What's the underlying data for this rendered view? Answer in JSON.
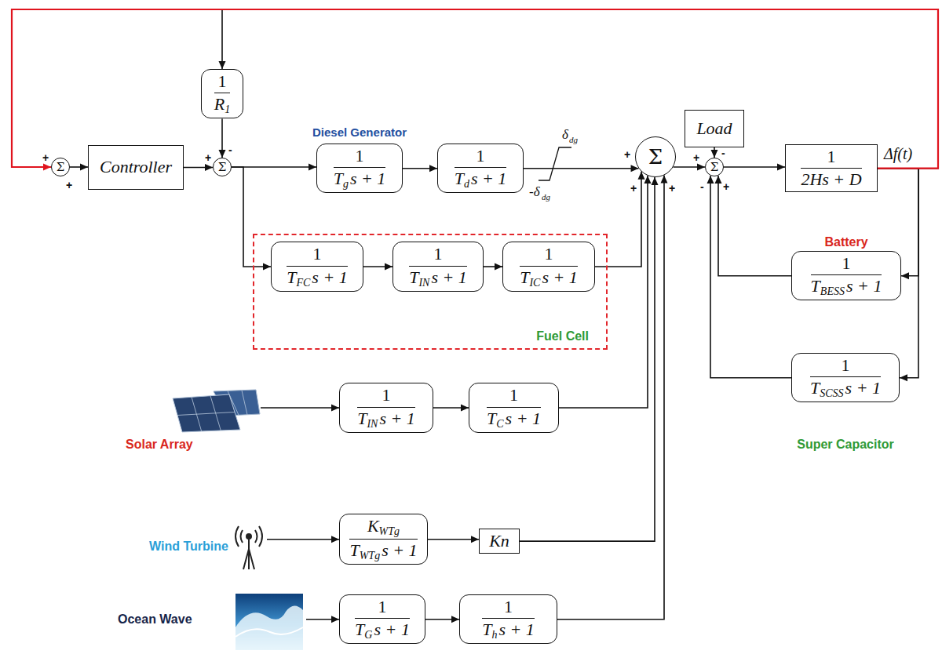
{
  "diagram": {
    "nodes": [
      {
        "text": [
          "Σ"
        ]
      },
      {
        "text": [
          "Controller"
        ]
      },
      {
        "text": [
          "1",
          "R",
          "1"
        ]
      },
      {
        "text": [
          "Σ"
        ]
      },
      {
        "text": [
          "1",
          "T",
          "g",
          "s + 1"
        ]
      },
      {
        "text": [
          "1",
          "T",
          "d",
          "s + 1"
        ]
      },
      {
        "text": [
          "Σ"
        ]
      },
      {
        "text": [
          "Σ"
        ]
      },
      {
        "text": [
          "Load"
        ]
      },
      {
        "text": [
          "1",
          "2Hs + D"
        ]
      },
      {
        "text": [
          "Fuel Cell"
        ]
      },
      {
        "text": [
          "1",
          "T",
          "FC",
          "s + 1"
        ],
        "in": 10
      },
      {
        "text": [
          "1",
          "T",
          "IN",
          "s + 1"
        ],
        "in": 10
      },
      {
        "text": [
          "1",
          "T",
          "IC",
          "s + 1"
        ],
        "in": 10
      },
      {
        "text": [
          "Battery",
          "1",
          "T",
          "BESS",
          "s + 1"
        ]
      },
      {
        "text": [
          "1",
          "T",
          "SCSS",
          "s + 1",
          "Super Capacitor"
        ]
      },
      {
        "text": [
          "Solar Array"
        ]
      },
      {
        "text": [
          "1",
          "T",
          "IN",
          "s + 1"
        ]
      },
      {
        "text": [
          "1",
          "T",
          "C",
          "s + 1"
        ]
      },
      {
        "text": [
          "Wind Turbine"
        ]
      },
      {
        "text": [
          "K",
          "WTg",
          "T",
          "WTg",
          "s + 1"
        ]
      },
      {
        "text": [
          "Kn"
        ]
      },
      {
        "text": [
          "Ocean Wave"
        ]
      },
      {
        "text": [
          "1",
          "T",
          "G",
          "s + 1"
        ]
      },
      {
        "text": [
          "1",
          "T",
          "h",
          "s + 1"
        ]
      }
    ],
    "edges": [
      {
        "from": 0,
        "to": 1,
        "arrow": "to"
      },
      {
        "from": 1,
        "to": 3,
        "arrow": "to"
      },
      {
        "from": 2,
        "to": 3,
        "arrow": "to"
      },
      {
        "from": 3,
        "to": 4,
        "arrow": "to"
      },
      {
        "from": 4,
        "to": 5,
        "arrow": "to"
      },
      {
        "from": 5,
        "to": 6,
        "arrow": "to"
      },
      {
        "from": 3,
        "to": 11,
        "arrow": "to"
      },
      {
        "from": 11,
        "to": 12,
        "arrow": "to"
      },
      {
        "from": 12,
        "to": 13,
        "arrow": "to"
      },
      {
        "from": 13,
        "to": 6,
        "arrow": "to"
      },
      {
        "from": 16,
        "to": 17,
        "arrow": "to"
      },
      {
        "from": 17,
        "to": 18,
        "arrow": "to"
      },
      {
        "from": 18,
        "to": 6,
        "arrow": "to"
      },
      {
        "from": 19,
        "to": 20,
        "arrow": "to"
      },
      {
        "from": 20,
        "to": 21,
        "arrow": "to"
      },
      {
        "from": 21,
        "to": 6,
        "arrow": "to"
      },
      {
        "from": 22,
        "to": 23,
        "arrow": "to"
      },
      {
        "from": 23,
        "to": 24,
        "arrow": "to"
      },
      {
        "from": 24,
        "to": 6,
        "arrow": "to"
      },
      {
        "from": 6,
        "to": 7,
        "arrow": "to"
      },
      {
        "from": 8,
        "to": 7,
        "arrow": "to"
      },
      {
        "from": 7,
        "to": 9,
        "arrow": "to"
      },
      {
        "from": 9,
        "to": 14,
        "arrow": "to"
      },
      {
        "from": 14,
        "to": 7,
        "arrow": "to"
      },
      {
        "from": 9,
        "to": 15,
        "arrow": "to"
      },
      {
        "from": 15,
        "to": 7,
        "arrow": "to"
      },
      {
        "from": 9,
        "to": 2,
        "arrow": "to"
      },
      {
        "from": 9,
        "to": 0,
        "arrow": "to"
      }
    ],
    "labels": [
      "Diesel Generator",
      "δ",
      "dg",
      "-δ",
      "dg",
      "Δf(t)",
      "+",
      "+",
      "+",
      "-",
      "+",
      "+",
      "+",
      "+",
      "-",
      "-",
      "+"
    ]
  }
}
